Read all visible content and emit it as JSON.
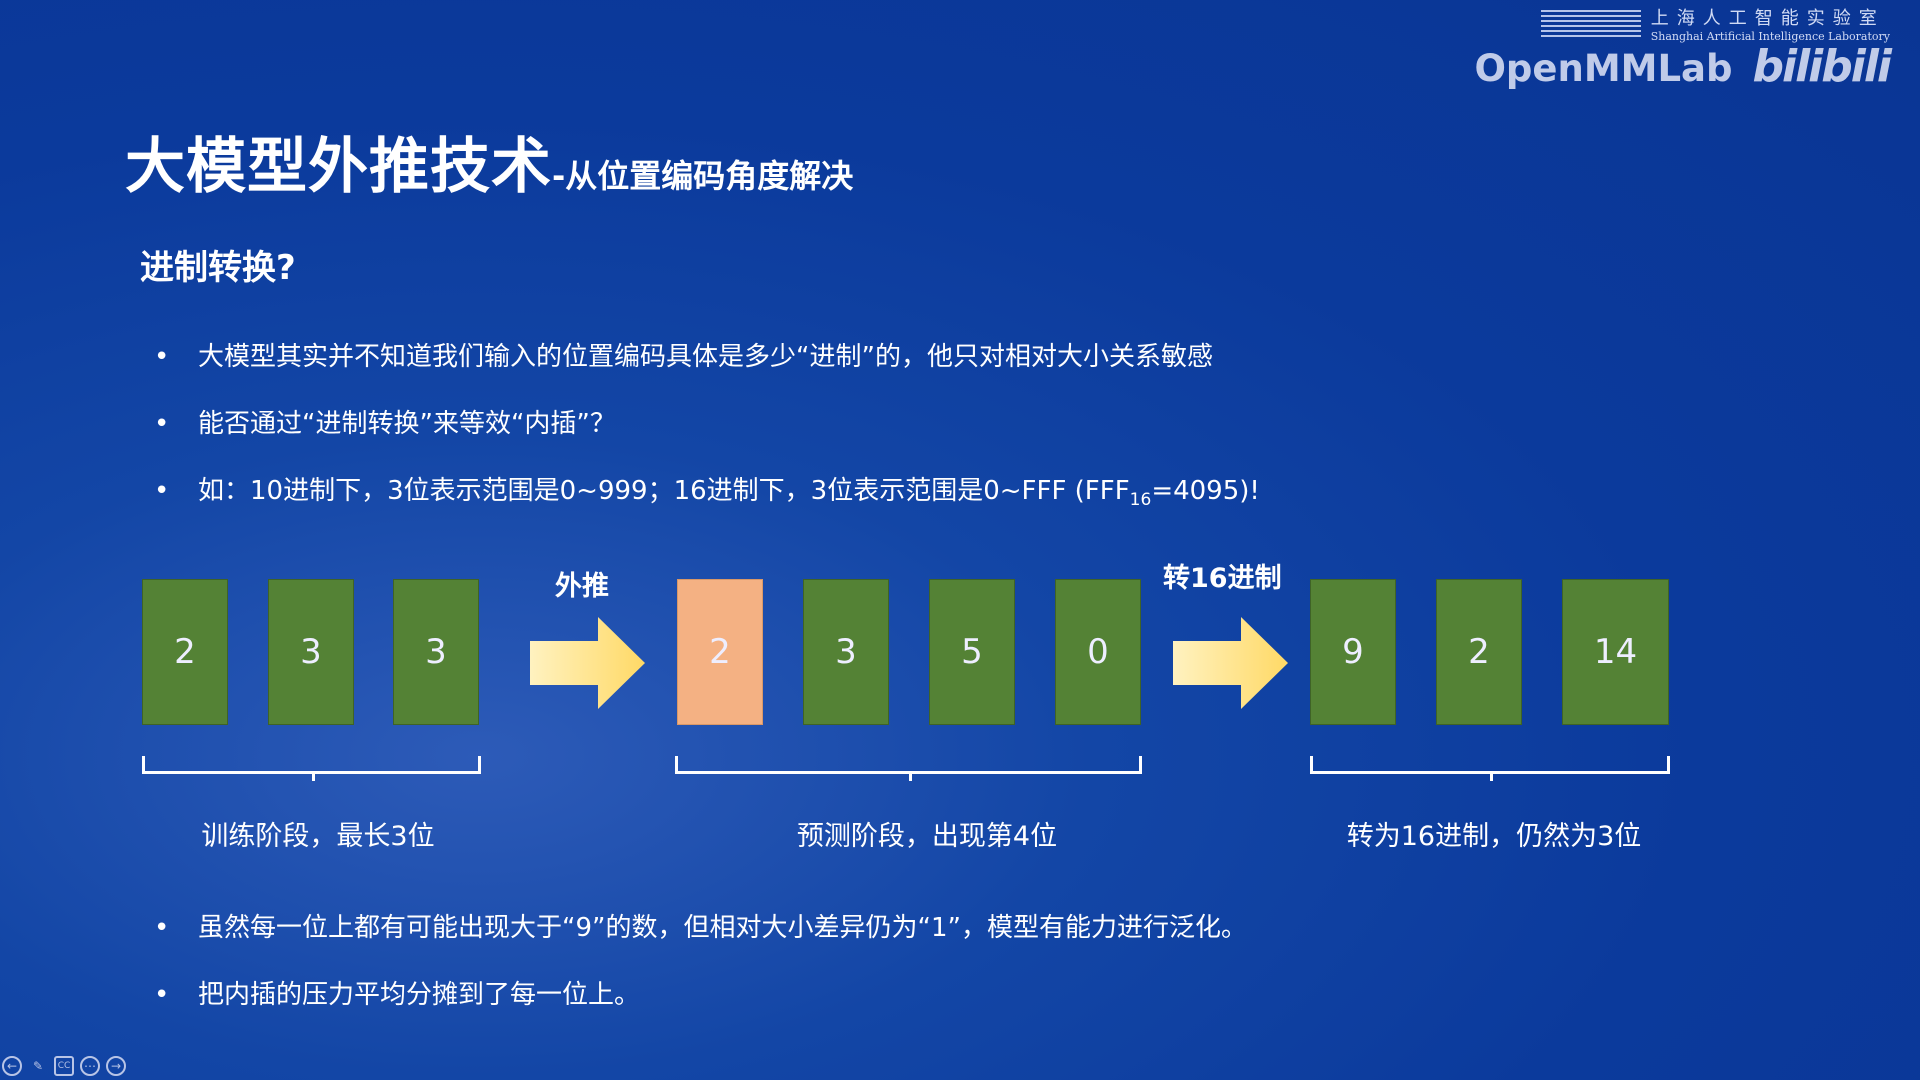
{
  "slide": {
    "title": "大模型外推技术",
    "subtitle": "-从位置编码角度解决",
    "section": "进制转换?",
    "bullets": [
      "大模型其实并不知道我们输入的位置编码具体是多少“进制”的，他只对相对大小关系敏感",
      "能否通过“进制转换”来等效“内插”？"
    ],
    "bullet3": {
      "pre": "如：10进制下，3位表示范围是0~999；16进制下，3位表示范围是0~FFF (FFF",
      "sub": "16",
      "post": "=4095)!"
    },
    "diagram": {
      "train_digits": [
        "2",
        "3",
        "3"
      ],
      "arrow1_label": "外推",
      "predict_digits": [
        "2",
        "3",
        "5",
        "0"
      ],
      "arrow2_label": "转16进制",
      "hex_digits": [
        "9",
        "2",
        "14"
      ],
      "group_labels": [
        "训练阶段，最长3位",
        "预测阶段，出现第4位",
        "转为16进制，仍然为3位"
      ]
    },
    "bottom_bullets": [
      "虽然每一位上都有可能出现大于“9”的数，但相对大小差异仍为“1”，模型有能力进行泛化。",
      "把内插的压力平均分摊到了每一位上。"
    ]
  },
  "logo": {
    "lab_cn": "上海人工智能实验室",
    "lab_en": "Shanghai Artificial Intelligence Laboratory",
    "brand": "OpenMMLab",
    "platform": "bilibili"
  },
  "controls": [
    "back-icon",
    "pen-icon",
    "cc-icon",
    "more-icon",
    "forward-icon"
  ],
  "colors": {
    "green": "#548235",
    "orange": "#f4b183",
    "arrow": "#ffe699",
    "background": "#0b3a9c"
  }
}
